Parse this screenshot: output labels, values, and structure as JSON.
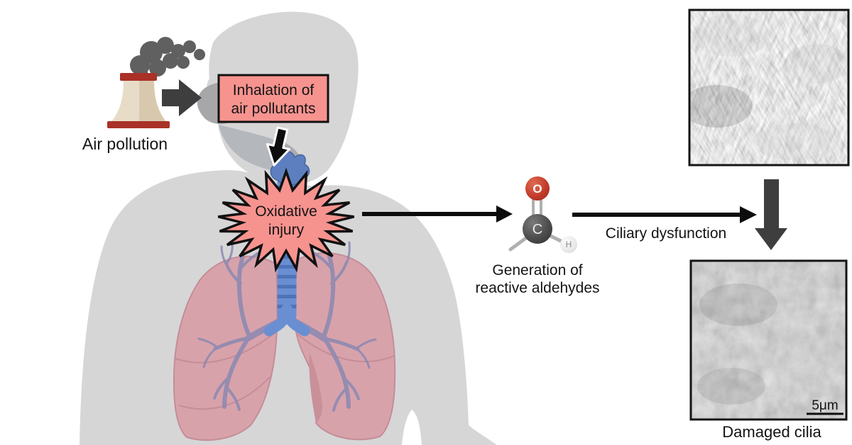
{
  "figure": {
    "type": "biomedical-flow-diagram"
  },
  "labels": {
    "air_pollution": "Air pollution",
    "inhalation_line1": "Inhalation of",
    "inhalation_line2": "air pollutants",
    "oxidative_line1": "Oxidative",
    "oxidative_line2": "injury",
    "generation_line1": "Generation of",
    "generation_line2": "reactive aldehydes",
    "ciliary_dysfunction": "Ciliary dysfunction",
    "damaged_cilia": "Damaged cilia",
    "scale_bar": "5μm"
  },
  "molecule": {
    "atom_o": "O",
    "atom_c": "C",
    "atom_h": "H"
  },
  "icons": {
    "factory": "cooling-tower-with-smoke",
    "arrow_right": "block-arrow-right",
    "arrow_down_small": "outlined-arrow-down",
    "arrow_down_large": "block-arrow-down",
    "starburst": "spiked-burst",
    "micrograph_top": "sem-healthy-cilia",
    "micrograph_bottom": "sem-damaged-cilia"
  },
  "colors": {
    "background": "#ffffff",
    "silhouette_gray": "#d6d6d7",
    "airway_dark": "#a7a7a9",
    "airway_light": "#b4b8bd",
    "callout_pink": "#f7938f",
    "outline_black": "#111111",
    "lung_pink": "#d8a2ab",
    "lung_outline": "#c48d97",
    "bronchi_purple": "#8a89b2",
    "trachea_blue": "#6a8ed2",
    "trachea_ring": "#4f73b6",
    "larynx_blue": "#5d7fc0",
    "factory_body": "#e7dcc7",
    "factory_shade": "#d3c3a6",
    "factory_band": "#a93128",
    "smoke_gray": "#606060",
    "block_arrow_gray": "#3e3e3e",
    "atom_o_red": "#c23b2b",
    "atom_c_gray": "#4b4b4b",
    "atom_h_light": "#ececec",
    "bond_gray": "#b0b0b0",
    "micrograph_gray": "#9b9b9b"
  }
}
